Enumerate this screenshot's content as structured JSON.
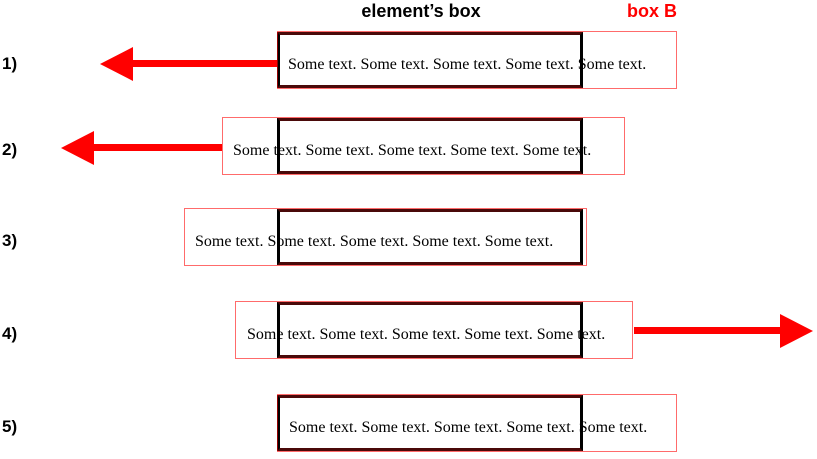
{
  "header": {
    "element_box_label": "element’s box",
    "box_b_label": "box B"
  },
  "colors": {
    "arrow_red": "#ff0000",
    "box_b_border": "#ff7373",
    "element_box_border": "#000000",
    "element_box_border_tint": "#4a0909",
    "box_b_label_color": "#ff0000",
    "text_color": "#000000"
  },
  "rows": [
    {
      "label": "1)",
      "text": "Some text. Some text. Some text. Some text. Some text.",
      "arrow": "left"
    },
    {
      "label": "2)",
      "text": "Some text. Some text. Some text. Some text. Some text.",
      "arrow": "left"
    },
    {
      "label": "3)",
      "text": "Some text. Some text. Some text. Some text. Some text.",
      "arrow": "none"
    },
    {
      "label": "4)",
      "text": "Some text. Some text. Some text. Some text. Some text.",
      "arrow": "right"
    },
    {
      "label": "5)",
      "text": "Some text. Some text. Some text. Some text. Some text.",
      "arrow": "none"
    }
  ]
}
